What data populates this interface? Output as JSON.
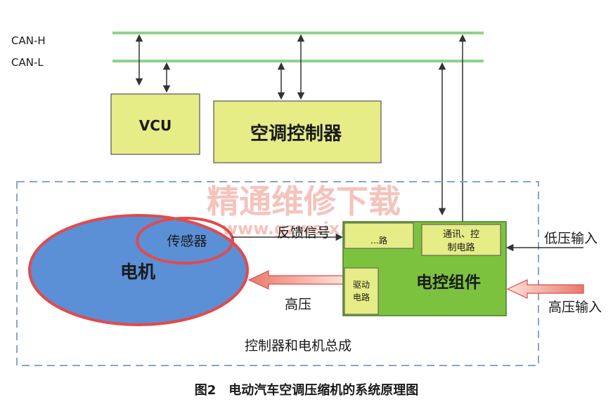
{
  "bus": {
    "can_h": "CAN-H",
    "can_l": "CAN-L"
  },
  "blocks": {
    "vcu": "VCU",
    "ac_controller": "空调控制器",
    "motor": "电机",
    "sensor": "传感器",
    "ecu": "电控组件",
    "ecu_sub_a": "…路",
    "comm_circuit_line1": "通讯、控",
    "comm_circuit_line2": "制电路",
    "drive_circuit_line1": "驱动",
    "drive_circuit_line2": "电路"
  },
  "signals": {
    "feedback": "反馈信号",
    "high_voltage": "高压",
    "low_voltage_input": "低压输入",
    "high_voltage_input": "高压输入"
  },
  "assembly_label": "控制器和电机总成",
  "watermark": {
    "cn": "精通维修下载",
    "url": "www.gzweix.com"
  },
  "caption": "图2　电动汽车空调压缩机的系统原理图",
  "colors": {
    "bus_line": "#8fd18f",
    "yellow_block": "#e6ec86",
    "green_block": "#7cc23f",
    "motor_fill": "#5b8fd6",
    "red_outline": "#e24a4a",
    "dashed_border": "#8aa4c8",
    "watermark": "#f2b0a6"
  }
}
